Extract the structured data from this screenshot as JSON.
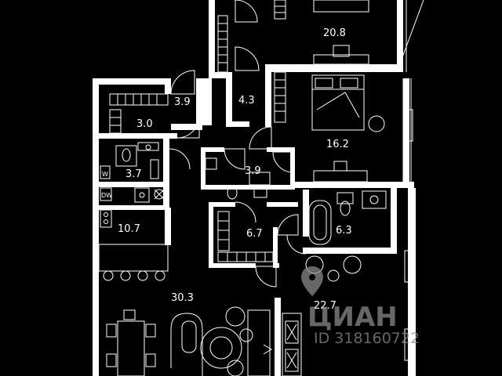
{
  "rooms": [
    {
      "id": "bedroom-top",
      "area": "20.8"
    },
    {
      "id": "closet-left",
      "area": "3.9"
    },
    {
      "id": "hallway-small",
      "area": "4.3"
    },
    {
      "id": "wardrobe",
      "area": "3.0"
    },
    {
      "id": "bedroom-middle",
      "area": "16.2"
    },
    {
      "id": "bathroom-small",
      "area": "3.7"
    },
    {
      "id": "bathroom-middle",
      "area": "3.9"
    },
    {
      "id": "kitchen",
      "area": "10.7"
    },
    {
      "id": "dressing",
      "area": "6.7"
    },
    {
      "id": "bathroom-right",
      "area": "6.3"
    },
    {
      "id": "living",
      "area": "30.3"
    },
    {
      "id": "bedroom-bottom",
      "area": "22.7"
    }
  ],
  "appliance_labels": {
    "washer": "W",
    "dishwasher": "DW"
  },
  "watermark": {
    "brand": "ЦИАН",
    "id_text": "ID 318160722"
  },
  "colors": {
    "background": "#000000",
    "walls": "#ffffff",
    "watermark": "#8a8a8a"
  }
}
